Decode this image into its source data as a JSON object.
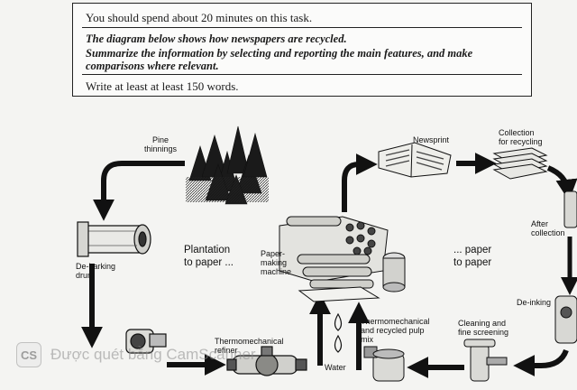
{
  "task": {
    "line1": "You should spend about 20 minutes on this task.",
    "line2": "The diagram below shows how newspapers are recycled.",
    "line3a": "Summarize the information by selecting and reporting the main features, and make",
    "line3b": "comparisons where relevant.",
    "line4": "Write at least at least 150 words."
  },
  "labels": {
    "pine": "Pine\nthinnings",
    "debark": "De-barking\ndrum",
    "plantation": "Plantation\nto paper ...",
    "papermaking": "Paper-\nmaking\nmachine",
    "newsprint": "Newsprint",
    "collection": "Collection\nfor recycling",
    "after": "After\ncollection",
    "paper": "... paper\nto paper",
    "deinking": "De-inking",
    "cleaning": "Cleaning and\nfine screening",
    "thermo_recycled": "Thermomechanical\nand recycled pulp\nmix",
    "water": "Water",
    "refiner": "Thermomechanical\nrefiner"
  },
  "watermark": {
    "logo": "CS",
    "text": "Được quét bằng CamScanner"
  }
}
